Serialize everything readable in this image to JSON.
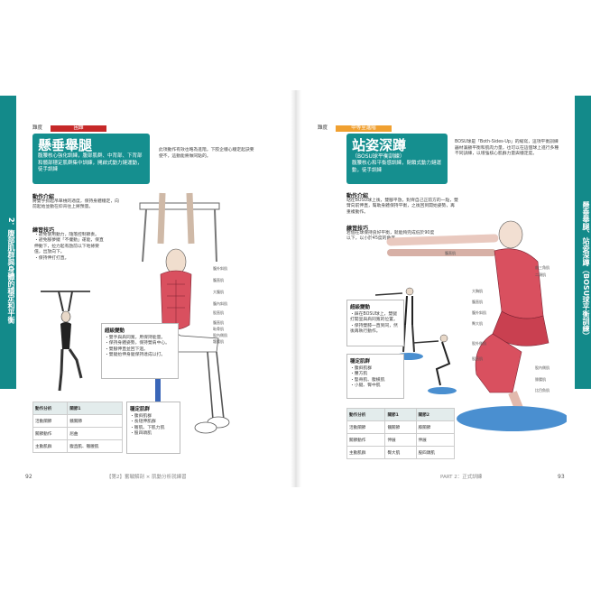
{
  "left": {
    "side_tab": "2．腹部肌群與身體的穩定和平衡",
    "level_key": "難度",
    "level": "困難",
    "level_color": "#c62828",
    "title": "懸垂舉腿",
    "title_desc": "腹腰核心強化訓練，腹部肌群、中背部、下背部和髖部穩定肌群集中訓練，開啟式動力鏈運動，徒手訓練",
    "note": "此項動作有效也略為進階，下肢企穩心穩定起訣要使不，這動能將做同點的。",
    "intro_h": "動作介紹",
    "intro": "將雙手抓起吊單槓的適度，保持身體穩定，向前起始並動在仰背往上將預量。",
    "tech_h": "練習技巧",
    "tech": "・避免使用動力，隨落控制節奏。\n・避免腳夢擺「不擺動」運能，保直伸動下，拉力起有啟前以下地條要值，出放向下。\n・保持伸打打直。",
    "adv_h": "超級變動",
    "adv": "・雙手與肩同寬，用保持能量。\n・保持身體姿勢，保持雙肩中心。\n・雙腳伸直並回下過。\n・雙腿抬伸身腿保持達成以打。",
    "stab_h": "穩定肌群",
    "stab": "・腹斜肌群\n・長短伸肌群\n・髂肌、下肌力肌\n・股四頭肌",
    "table": {
      "headers": [
        "動作分析",
        "關節1"
      ],
      "rows": [
        [
          "活動關節",
          "髖關節"
        ],
        [
          "關節動作",
          "屈曲"
        ],
        [
          "主動肌群",
          "腹直肌、髂腰肌"
        ]
      ]
    },
    "labels": [
      "腹外斜肌",
      "腹直肌",
      "大腹肌",
      "腹內斜肌",
      "股直肌",
      "腹直肌",
      "恥骨肌",
      "股內側肌",
      "髂腰肌"
    ],
    "page_num": "92",
    "footer": "【第2】奮戰解剖 × 肌動分析就練習"
  },
  "right": {
    "side_tab": "懸垂舉腿、站姿深蹲（BOSU球平衡訓練）",
    "level_key": "難度",
    "level": "中等至進階",
    "level_color": "#f0a030",
    "title": "站姿深蹲",
    "subtitle": "（BOSU球平衡訓練）",
    "title_desc": "腹腰核心和平衡感訓練，閉鎖式動力鏈運動，徒手訓練",
    "note": "BOSU球是「Both-Sides-Up」的縮寫，這項平衡訓練器材兼顧平衡和肌肉力量，也可以在這個球上進行多種不同訓練，以增強核心肌群力量與穩定度。",
    "intro_h": "動作介紹",
    "intro": "站在BOSU球上後，雙腳平放，對齊自己正前方的一點，雙臂向前伸直，幫助身體保持平衡，之後回到開始姿勢，再重複動作。",
    "tech_h": "練習技巧",
    "tech": "若個在球保持良好平衡，就能夠完成低於90度以下，以小於45度的角度。",
    "adv_h": "超級變動",
    "adv": "・踩在BOSU球上，雙腿打開呈與肩同寬的位置。\n・保持雙膝一直到同，然後再執行動作。",
    "stab_h": "穩定肌群",
    "stab": "・腹斜肌群\n・腰方肌\n・豎脊肌、腹橫肌\n・小腿、臀中肌",
    "table": {
      "headers": [
        "動作分析",
        "關節1",
        "關節2"
      ],
      "rows": [
        [
          "活動關節",
          "髖關節",
          "膝關節"
        ],
        [
          "關節動作",
          "伸展",
          "伸展"
        ],
        [
          "主動肌群",
          "臀大肌",
          "股四頭肌"
        ]
      ]
    },
    "labels": [
      "腹直肌",
      "前三角肌",
      "二頭肌",
      "大胸肌",
      "腹直肌",
      "腹外斜肌",
      "臀大肌",
      "股外側肌",
      "股直肌",
      "股內側肌",
      "腓腸肌",
      "比目魚肌"
    ],
    "page_num": "93",
    "footer": "PART 2：正式訓練"
  }
}
